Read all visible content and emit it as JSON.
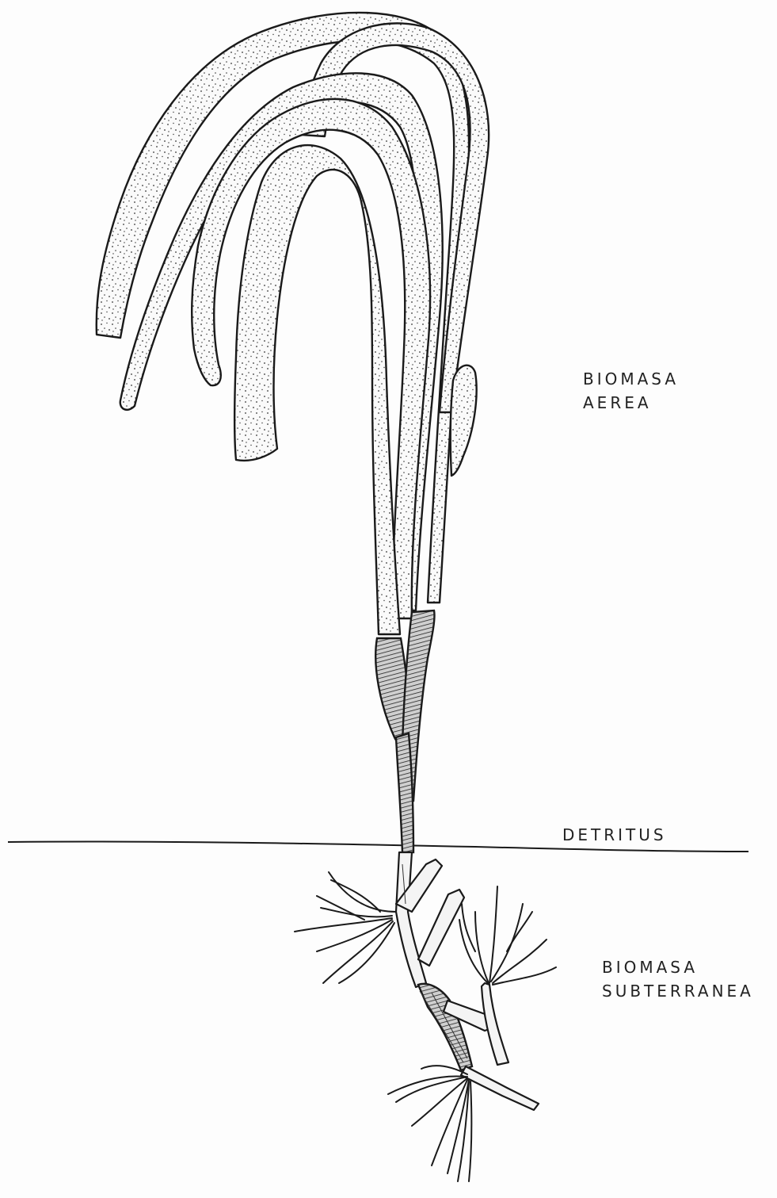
{
  "labels": {
    "aerial": [
      "BIOMASA",
      "AEREA"
    ],
    "detritus": "DETRITUS",
    "underground": [
      "BIOMASA",
      "SUBTERRANEA"
    ]
  },
  "colors": {
    "ink": "#1a1a1a",
    "paper": "#fdfdfd"
  }
}
